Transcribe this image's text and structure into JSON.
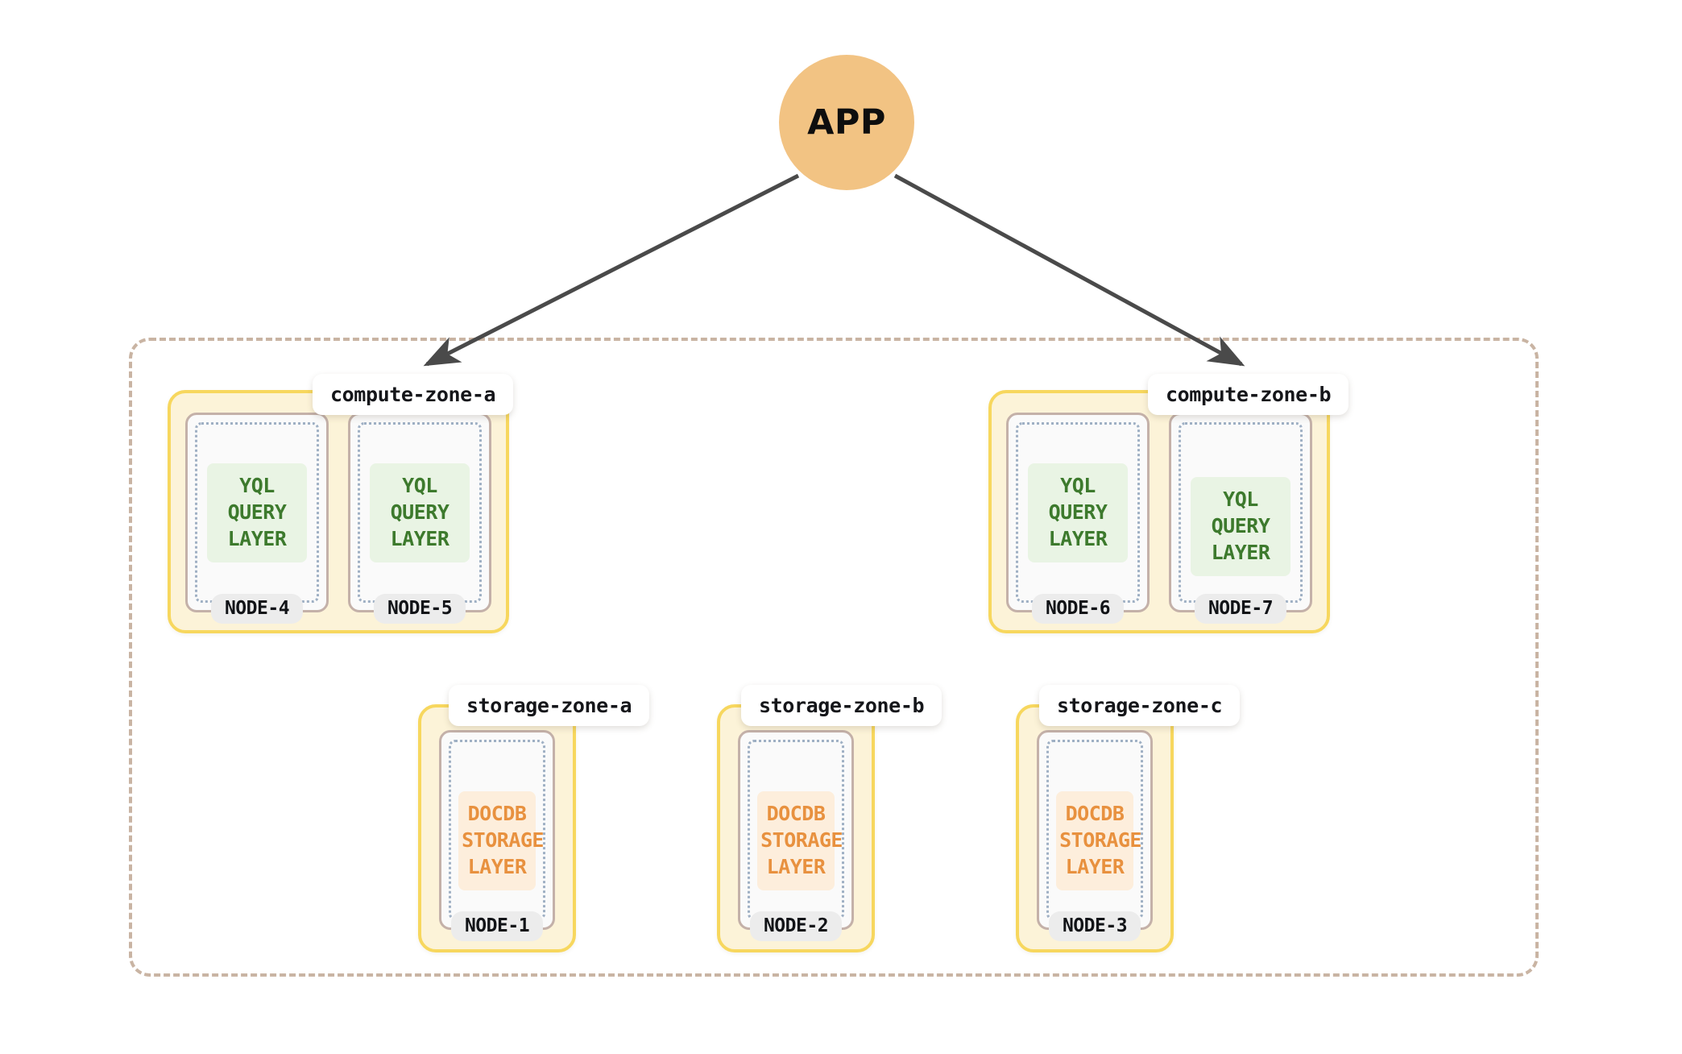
{
  "diagram": {
    "title": "APP to compute and storage zones topology",
    "app": {
      "label": "APP",
      "color": "#f2c383"
    },
    "colors": {
      "zone_fill": "#fcf3d8",
      "zone_border": "#f7d75e",
      "region_border": "#c9b4a3",
      "node_border": "#c4b1a9",
      "node_fill": "#fafafa",
      "dotted_border": "#9fb0c4",
      "yql_chip_bg": "#e9f4e4",
      "yql_text": "#3d7a2d",
      "docdb_chip_bg": "#fdeedc",
      "docdb_text": "#e8913f",
      "arrow": "#4a4a4a",
      "node_pill_bg": "#ececec"
    },
    "arrows": [
      {
        "name": "app-to-compute-zone-a",
        "from": "APP",
        "to": "compute-zone-a"
      },
      {
        "name": "app-to-compute-zone-b",
        "from": "APP",
        "to": "compute-zone-b"
      }
    ],
    "compute_zones": [
      {
        "id": "compute-zone-a",
        "label": "compute-zone-a",
        "nodes": [
          {
            "name": "NODE-4",
            "layer_line1": "YQL",
            "layer_line2": "QUERY LAYER",
            "layer_type": "yql"
          },
          {
            "name": "NODE-5",
            "layer_line1": "YQL",
            "layer_line2": "QUERY LAYER",
            "layer_type": "yql"
          }
        ]
      },
      {
        "id": "compute-zone-b",
        "label": "compute-zone-b",
        "nodes": [
          {
            "name": "NODE-6",
            "layer_line1": "YQL",
            "layer_line2": "QUERY LAYER",
            "layer_type": "yql"
          },
          {
            "name": "NODE-7",
            "layer_line1": "YQL",
            "layer_line2": "QUERY LAYER",
            "layer_type": "yql"
          }
        ]
      }
    ],
    "storage_zones": [
      {
        "id": "storage-zone-a",
        "label": "storage-zone-a",
        "nodes": [
          {
            "name": "NODE-1",
            "layer_line1": "DOCDB",
            "layer_line2": "STORAGE LAYER",
            "layer_type": "docdb"
          }
        ]
      },
      {
        "id": "storage-zone-b",
        "label": "storage-zone-b",
        "nodes": [
          {
            "name": "NODE-2",
            "layer_line1": "DOCDB",
            "layer_line2": "STORAGE LAYER",
            "layer_type": "docdb"
          }
        ]
      },
      {
        "id": "storage-zone-c",
        "label": "storage-zone-c",
        "nodes": [
          {
            "name": "NODE-3",
            "layer_line1": "DOCDB",
            "layer_line2": "STORAGE LAYER",
            "layer_type": "docdb"
          }
        ]
      }
    ]
  }
}
